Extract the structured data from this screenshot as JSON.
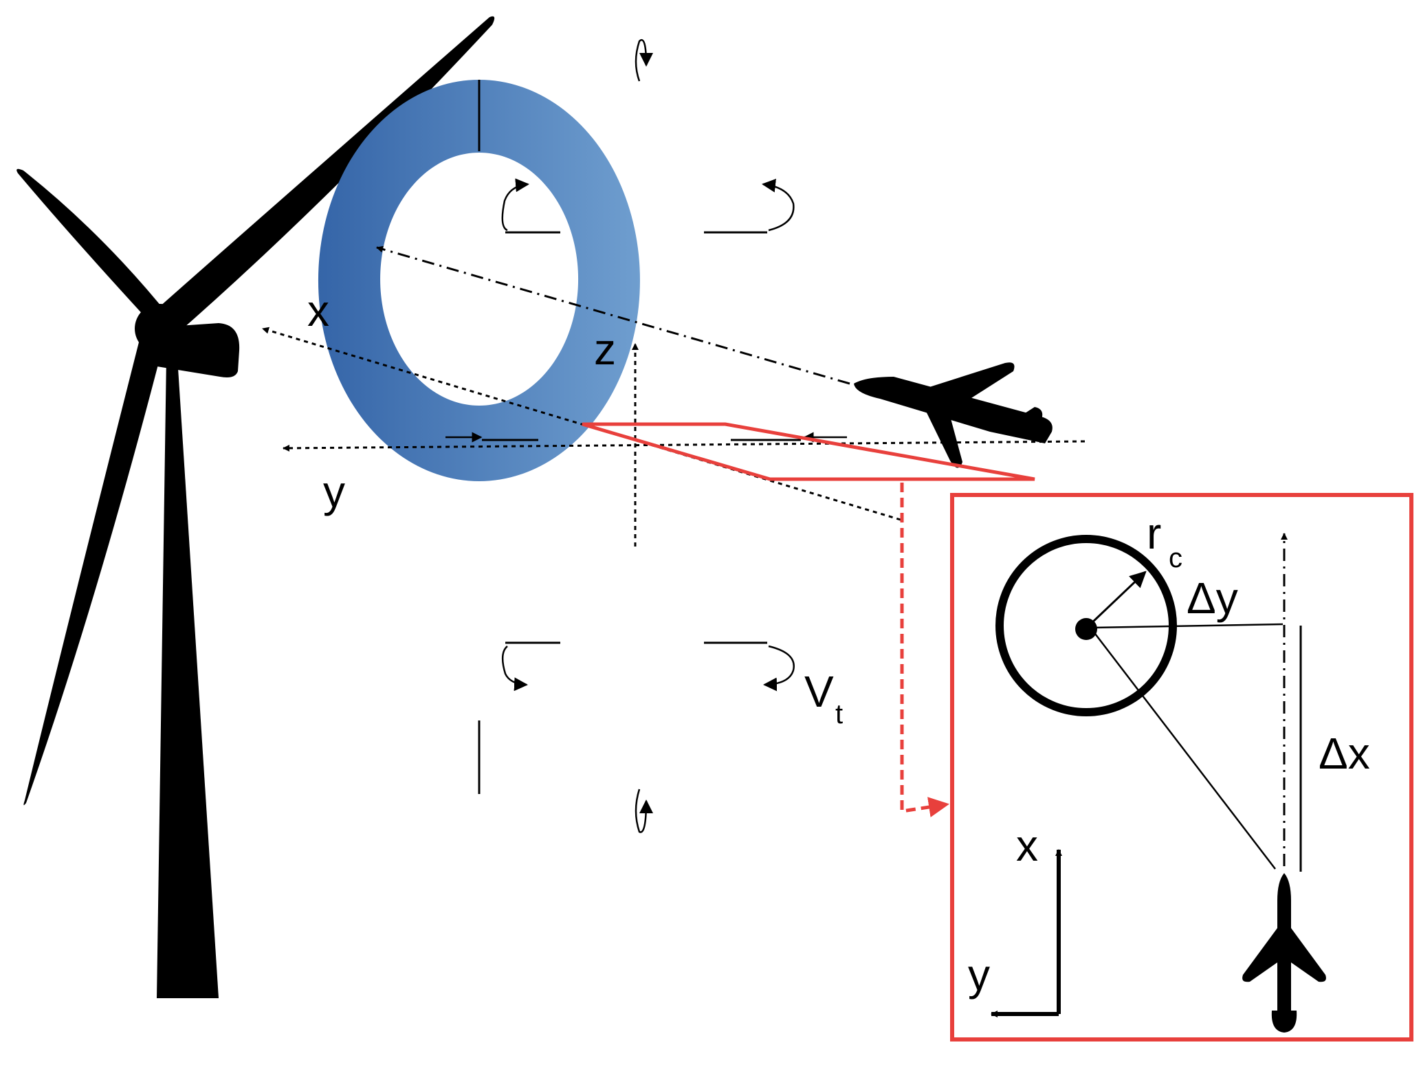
{
  "labels": {
    "axis_x": "x",
    "axis_y": "y",
    "axis_z": "z",
    "tangential_velocity": "V",
    "tangential_velocity_sub": "t",
    "inset_core_radius": "r",
    "inset_core_radius_sub": "c",
    "inset_delta_y": "Δy",
    "inset_delta_x": "Δx",
    "inset_axis_x": "x",
    "inset_axis_y": "y"
  },
  "colors": {
    "ring_dark": "#3565a8",
    "ring_light": "#6f9ecf",
    "highlight_red": "#e8403c",
    "silhouette": "#000000"
  },
  "icons": {
    "turbine": "wind-turbine-icon",
    "aircraft_side": "airplane-side-icon",
    "aircraft_top": "airplane-top-icon"
  }
}
